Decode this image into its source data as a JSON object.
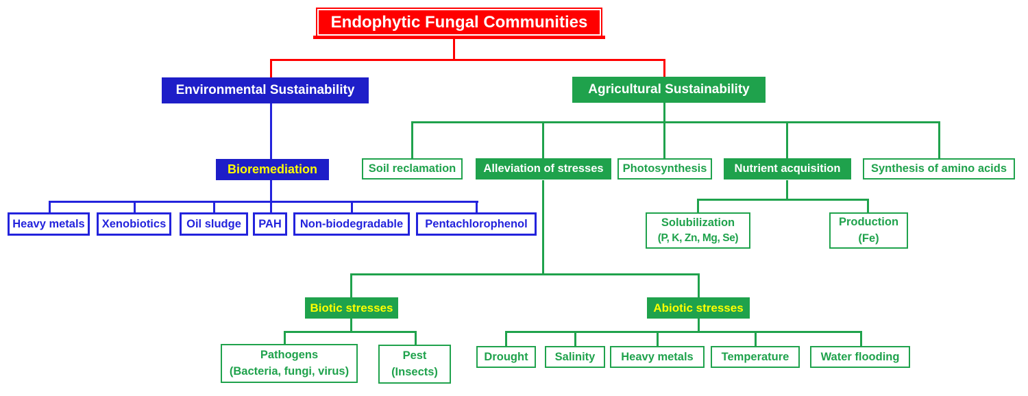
{
  "title": {
    "label": "Endophytic Fungal Communities"
  },
  "env": {
    "label": "Environmental Sustainability",
    "bioremediation": {
      "label": "Bioremediation",
      "targets": [
        {
          "label": "Heavy metals"
        },
        {
          "label": "Xenobiotics"
        },
        {
          "label": "Oil sludge"
        },
        {
          "label": "PAH"
        },
        {
          "label": "Non-biodegradable"
        },
        {
          "label": "Pentachlorophenol"
        }
      ]
    }
  },
  "agri": {
    "label": "Agricultural Sustainability",
    "benefits": [
      {
        "label": "Soil reclamation"
      },
      {
        "label": "Alleviation of stresses"
      },
      {
        "label": "Photosynthesis"
      },
      {
        "label": "Nutrient acquisition"
      },
      {
        "label": "Synthesis of amino acids"
      }
    ],
    "nutrient_acquisition": [
      {
        "label": "Solubilization",
        "detail": "(P, K, Zn, Mg, Se)"
      },
      {
        "label": "Production",
        "detail": "(Fe)"
      }
    ],
    "stresses": {
      "biotic": {
        "label": "Biotic stresses",
        "children": [
          {
            "label": "Pathogens",
            "detail": "(Bacteria, fungi, virus)"
          },
          {
            "label": "Pest",
            "detail": "(Insects)"
          }
        ]
      },
      "abiotic": {
        "label": "Abiotic stresses",
        "children": [
          {
            "label": "Drought"
          },
          {
            "label": "Salinity"
          },
          {
            "label": "Heavy metals"
          },
          {
            "label": "Temperature"
          },
          {
            "label": "Water flooding"
          }
        ]
      }
    }
  },
  "colors": {
    "red": "#FF0000",
    "blue": "#1E1EC8",
    "blue_line": "#2323DC",
    "green": "#1FA24C",
    "yellow": "#FFFF00",
    "white": "#FFFFFF"
  }
}
